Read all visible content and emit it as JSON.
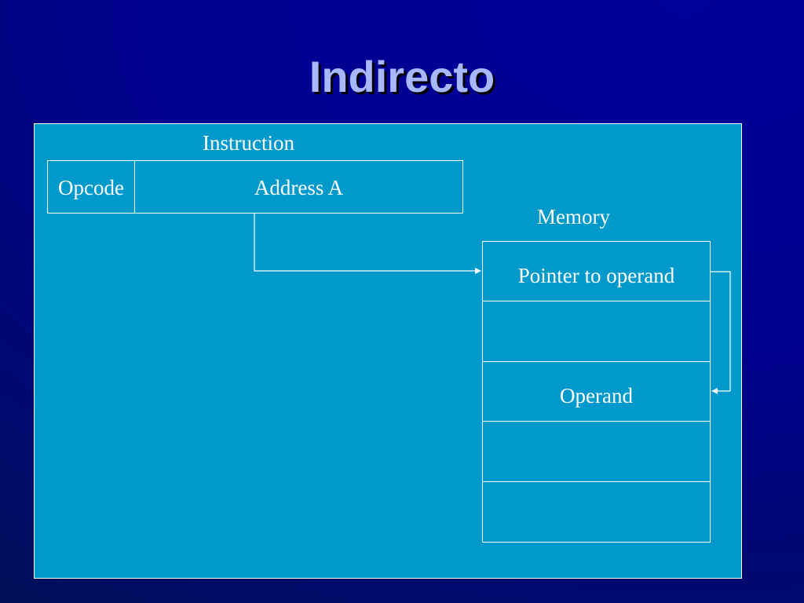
{
  "slide": {
    "title": "Indirecto"
  },
  "diagram": {
    "instruction_label": "Instruction",
    "instruction_fields": {
      "opcode": "Opcode",
      "address": "Address A"
    },
    "memory_label": "Memory",
    "memory_cells": [
      "Pointer to operand",
      "",
      "Operand",
      "",
      ""
    ],
    "colors": {
      "panel": "#0099cc",
      "title": "#a8b8ff",
      "lines": "#ffffff"
    }
  }
}
